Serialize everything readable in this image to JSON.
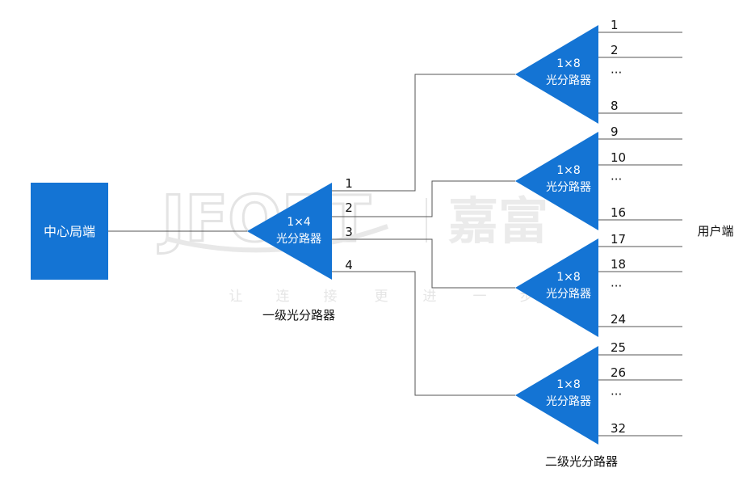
{
  "central_office": {
    "label": "中心局端"
  },
  "first_splitter": {
    "ratio": "1×4",
    "name": "光分路器",
    "caption": "一级光分路器",
    "ports": [
      "1",
      "2",
      "3",
      "4"
    ]
  },
  "second_splitters": [
    {
      "ratio": "1×8",
      "name": "光分路器",
      "outputs": [
        "1",
        "2",
        "···",
        "8"
      ]
    },
    {
      "ratio": "1×8",
      "name": "光分路器",
      "outputs": [
        "9",
        "10",
        "···",
        "16"
      ]
    },
    {
      "ratio": "1×8",
      "name": "光分路器",
      "outputs": [
        "17",
        "18",
        "···",
        "24"
      ]
    },
    {
      "ratio": "1×8",
      "name": "光分路器",
      "outputs": [
        "25",
        "26",
        "···",
        "32"
      ]
    }
  ],
  "second_caption": "二级光分路器",
  "user_side": "用户端",
  "watermark": {
    "brand_latin": "JFOPT",
    "brand_cn": "嘉富",
    "slogan": [
      "让",
      "连",
      "接",
      "更",
      "进",
      "一",
      "步"
    ]
  },
  "colors": {
    "accent": "#1474d4",
    "line": "#555555",
    "text": "#111111",
    "watermark": "#e6e6e6"
  }
}
